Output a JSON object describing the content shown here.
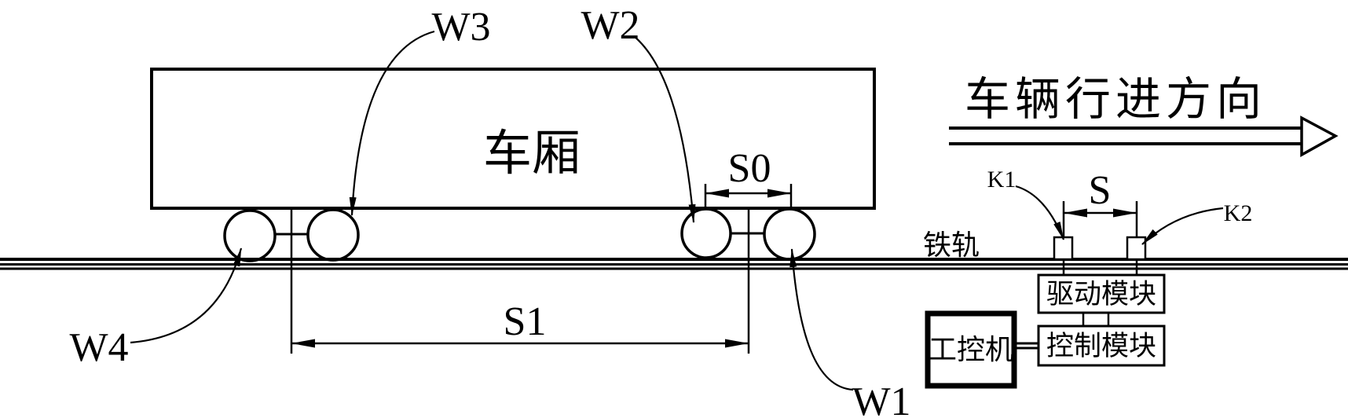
{
  "diagram": {
    "description": "railway-vehicle-wheel-sensor-measurement-diagram",
    "colors": {
      "line": "#000000",
      "background": "#ffffff"
    },
    "labels": {
      "carriage": "车厢",
      "direction": "车辆行进方向",
      "rail": "铁轨",
      "wheel1": "W1",
      "wheel2": "W2",
      "wheel3": "W3",
      "wheel4": "W4",
      "sensor1": "K1",
      "sensor2": "K2",
      "dim_s0": "S0",
      "dim_s1": "S1",
      "dim_s": "S",
      "drive_module": "驱动模块",
      "control_module": "控制模块",
      "industrial_computer": "工控机"
    }
  }
}
